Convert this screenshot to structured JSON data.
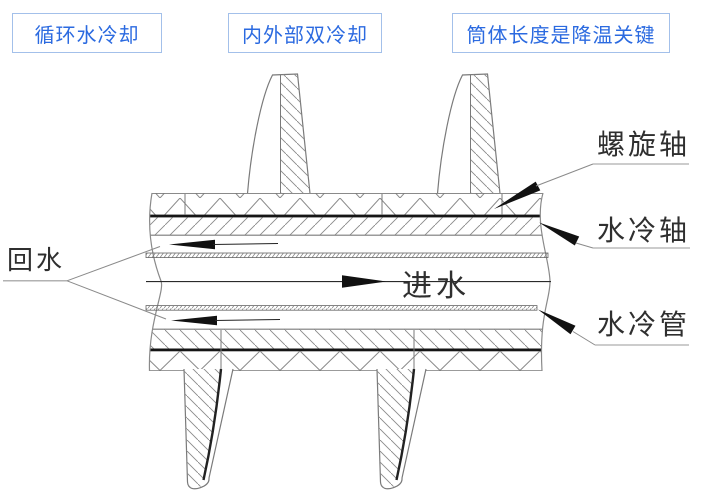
{
  "callouts": [
    {
      "label": "循环水冷却"
    },
    {
      "label": "内外部双冷却"
    },
    {
      "label": "筒体长度是降温关键"
    }
  ],
  "callout_style": {
    "text_color": "#2b6ae0",
    "border_color": "#a3c0ea",
    "background": "#ffffff"
  },
  "diagram": {
    "labels": {
      "return_water": "回水",
      "inlet_water": "进水",
      "screw_shaft": "螺旋轴",
      "water_cooled_shaft": "水冷轴",
      "water_cooled_pipe": "水冷管"
    },
    "flow": {
      "inlet_direction": "right",
      "return_direction": "left"
    },
    "colors": {
      "outline": "#7a7a7a",
      "hatch": "#8a8a8a",
      "emphasis_line": "#151515",
      "arrow_fill": "#111111",
      "label_text": "#2f2f2f"
    },
    "icons": {
      "flow_arrow_left": "left-pointing filled dart",
      "flow_arrow_right": "right-pointing filled dart",
      "leader_arrow": "filled dart on leader line"
    }
  }
}
